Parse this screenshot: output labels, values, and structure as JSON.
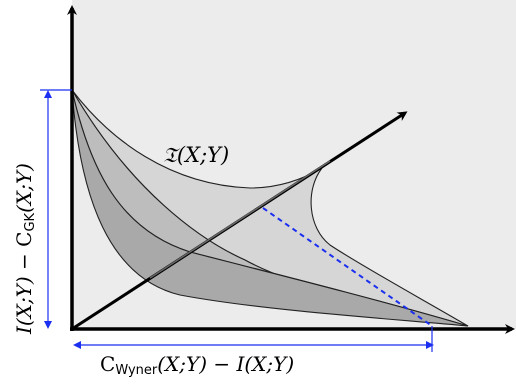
{
  "diagram": {
    "region_label": "𝔗(X;Y)",
    "x_label": {
      "main": "C",
      "sub": "Wyner",
      "rest": "(X;Y) − I(X;Y)"
    },
    "y_label": {
      "lead": "I(X;Y) − ",
      "main": "C",
      "sub": "GK",
      "rest": "(X;Y)"
    },
    "colors": {
      "background_region": "#ececec",
      "surface_light": "#d6d6d6",
      "surface_mid": "#bdbdbd",
      "surface_dark": "#a9a9a9",
      "axes": "#000000",
      "measure_arrows": "#1a2ff0",
      "dashed_line": "#1a2ff0"
    }
  }
}
